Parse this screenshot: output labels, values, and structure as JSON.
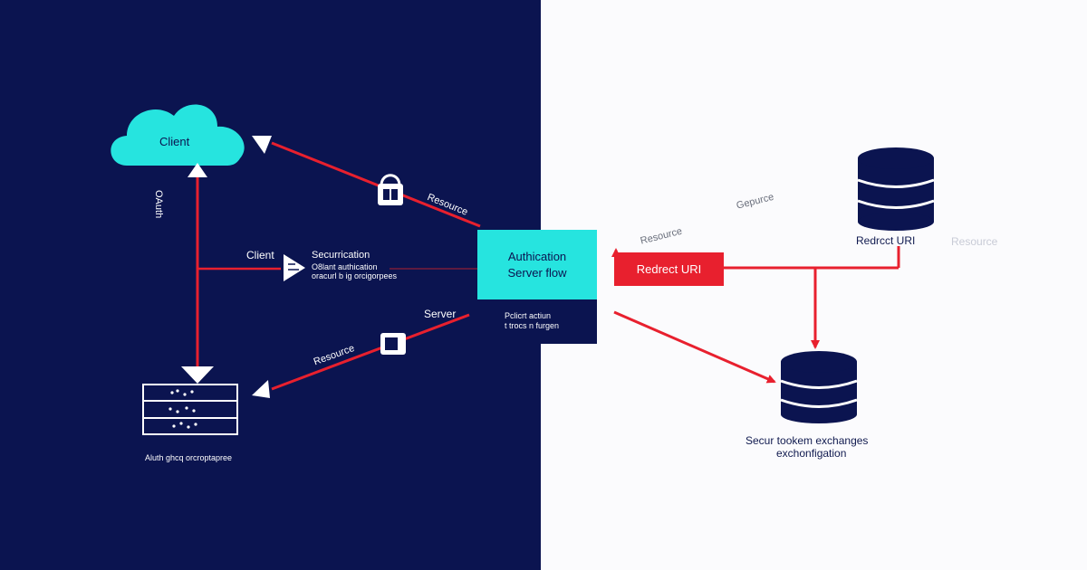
{
  "colors": {
    "navy": "#0b1450",
    "white_panel": "#fbfbfd",
    "cyan": "#26e4df",
    "red": "#e8202e",
    "dark_text": "#101a4f"
  },
  "left": {
    "client_cloud_label": "Client",
    "vertical_label": "OAuth",
    "branch_label": "Client",
    "security_title": "Securrication",
    "security_sub1": "O8lant authication",
    "security_sub2": "oracurl b ig orcigorpees",
    "resource_label_top": "Resource",
    "server_label": "Server",
    "resource_label_bottom": "Resource",
    "bottom_caption": "Aluth ghcq orcroptapree"
  },
  "center": {
    "auth_box_line1": "Authication",
    "auth_box_line2": "Server flow",
    "under_line1": "Pclicrt actiun",
    "under_line2": "t trocs n furgen"
  },
  "right": {
    "resource_slant": "Resource",
    "gepurce_label": "Gepurce",
    "redirect_box_label": "Redrect URI",
    "db_top_label": "Redrcct URI",
    "faded_resource": "Resource",
    "secure_line1": "Secur tookem exchanges",
    "secure_line2": "exchonfigation"
  },
  "icons": [
    "cloud-icon",
    "lock-icon",
    "triangle-icon",
    "server-rack-icon",
    "device-icon",
    "database-icon"
  ]
}
